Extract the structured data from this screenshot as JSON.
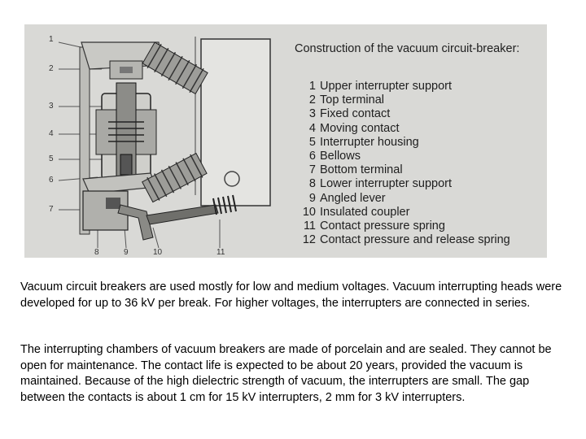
{
  "figure": {
    "title": "Construction of the vacuum circuit-breaker:",
    "legend": [
      {
        "num": "1",
        "label": "Upper interrupter support"
      },
      {
        "num": "2",
        "label": "Top terminal"
      },
      {
        "num": "3",
        "label": "Fixed contact"
      },
      {
        "num": "4",
        "label": "Moving contact"
      },
      {
        "num": "5",
        "label": "Interrupter housing"
      },
      {
        "num": "6",
        "label": "Bellows"
      },
      {
        "num": "7",
        "label": "Bottom terminal"
      },
      {
        "num": "8",
        "label": "Lower interrupter support"
      },
      {
        "num": "9",
        "label": "Angled lever"
      },
      {
        "num": "10",
        "label": "Insulated coupler"
      },
      {
        "num": "11",
        "label": "Contact pressure spring"
      },
      {
        "num": "12",
        "label": "Contact pressure and release spring"
      }
    ],
    "left_callouts": [
      "1",
      "2",
      "3",
      "4",
      "5",
      "6",
      "7"
    ],
    "bottom_callouts": [
      "8",
      "9",
      "10",
      "11"
    ]
  },
  "paragraphs": [
    "Vacuum circuit breakers are used mostly for low and medium voltages.  Vacuum interrupting heads were developed for up to 36 kV per break. For higher voltages, the interrupters are connected in series.",
    "The interrupting chambers of vacuum breakers are made of porcelain and are sealed.  They cannot be open for maintenance.  The contact life is expected to be about 20 years, provided the vacuum is maintained.  Because of the high dielectric strength of  vacuum, the interrupters are small.  The gap between the contacts is about 1 cm for 15 kV interrupters, 2 mm for 3 kV interrupters."
  ]
}
